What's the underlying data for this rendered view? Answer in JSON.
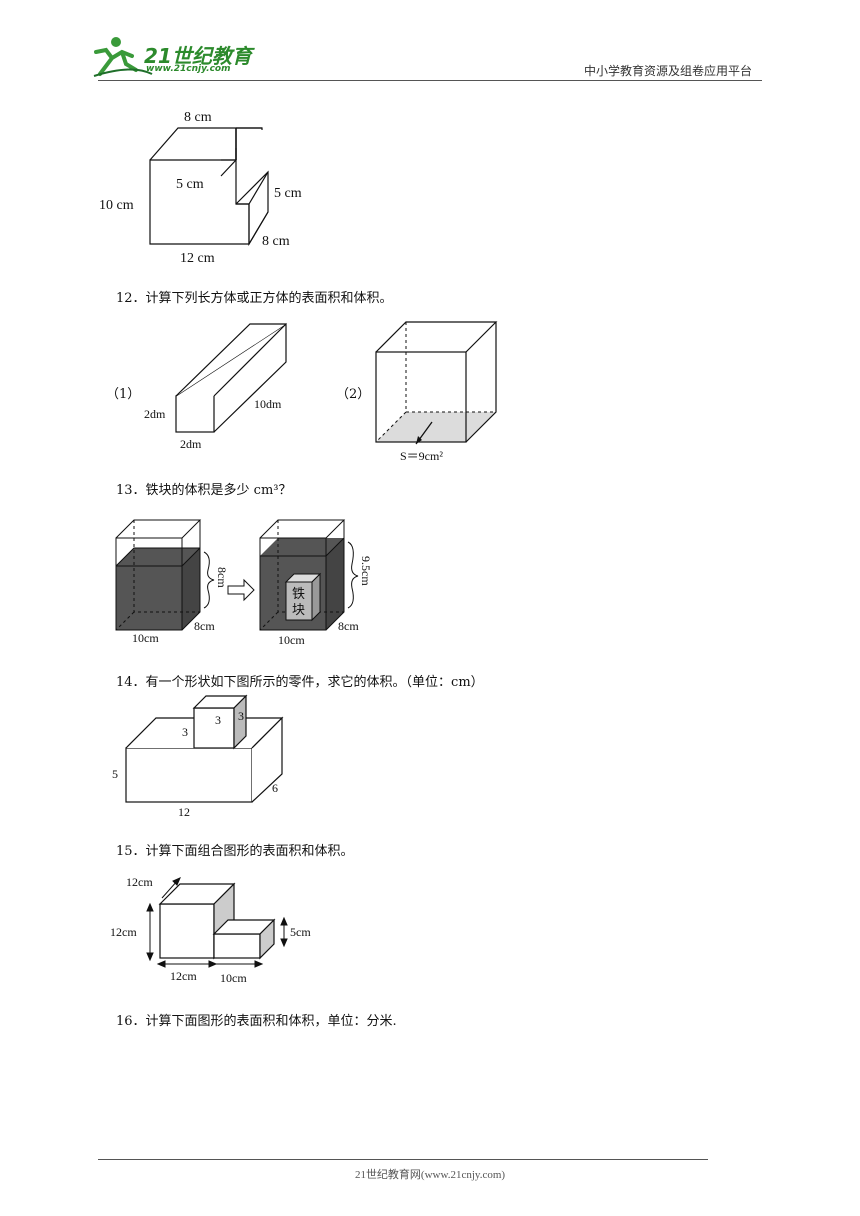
{
  "header": {
    "logo_text": "21世纪教育",
    "logo_url": "www.21cnjy.com",
    "right_text": "中小学教育资源及组卷应用平台",
    "colors": {
      "logo_green": "#3a9a3a",
      "logo_dark": "#1f6f2a"
    }
  },
  "fig11": {
    "top": "8 cm",
    "step_h": "5 cm",
    "right_h": "5 cm",
    "left_h": "10 cm",
    "depth": "8 cm",
    "bottom": "12 cm"
  },
  "q12": {
    "text": "12．计算下列长方体或正方体的表面积和体积。",
    "p1": "（1）",
    "p2": "（2）",
    "h": "2dm",
    "w": "2dm",
    "len": "10dm",
    "s_label": "S＝9cm²"
  },
  "q13": {
    "text": "13．铁块的体积是多少 cm³？",
    "h1": "8cm",
    "w1": "10cm",
    "d1": "8cm",
    "h2": "9.5cm",
    "w2": "10cm",
    "d2": "8cm",
    "iron1": "铁",
    "iron2": "块"
  },
  "q14": {
    "text": "14．有一个形状如下图所示的零件，求它的体积。（单位：cm）",
    "cube_front": "3",
    "cube_side": "3",
    "cube_left": "3",
    "h": "5",
    "len": "12",
    "depth": "6"
  },
  "q15": {
    "text": "15．计算下面组合图形的表面积和体积。",
    "depth": "12cm",
    "h": "12cm",
    "w1": "12cm",
    "w2": "10cm",
    "h2": "5cm"
  },
  "q16": {
    "text": "16．计算下面图形的表面积和体积，单位：分米."
  },
  "footer": {
    "text": "21世纪教育网(www.21cnjy.com)"
  }
}
